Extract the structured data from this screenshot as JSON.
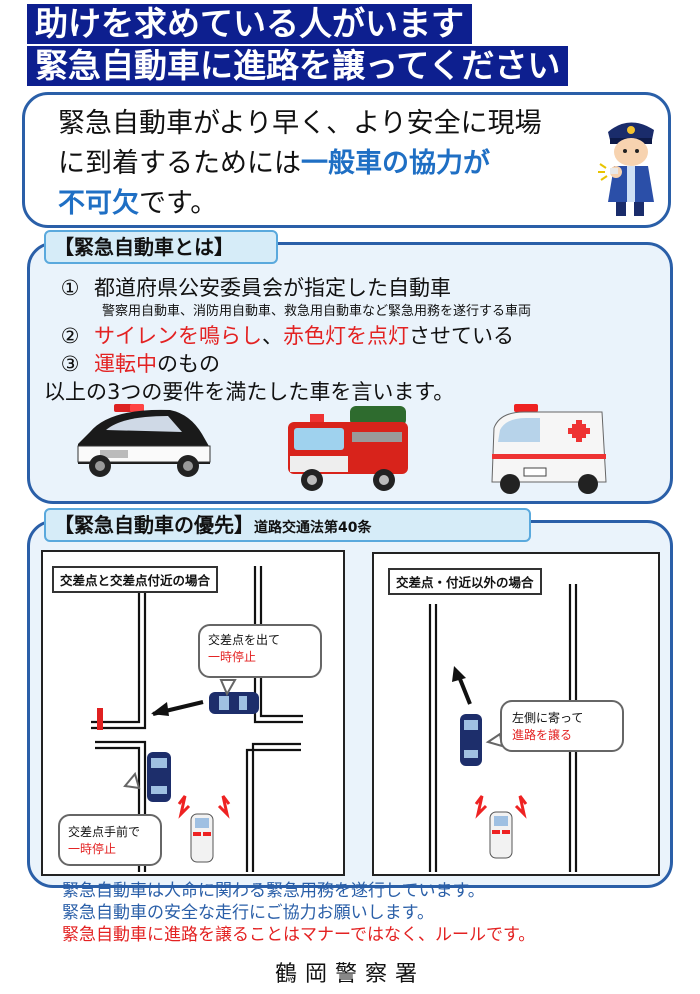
{
  "header": {
    "line1": "助けを求めている人がいます",
    "line2": "緊急自動車に進路を譲ってください"
  },
  "intro": {
    "line1": "緊急自動車がより早く、より安全に現場",
    "line2_pre": "に到着するためには",
    "line2_em": "一般車の協力が",
    "line3_em": "不可欠",
    "line3_post": "です。"
  },
  "definition": {
    "title": "【緊急自動車とは】",
    "item1_num": "①",
    "item1_text": "都道府県公安委員会が指定した自動車",
    "item1_note": "警察用自動車、消防用自動車、救急用自動車など緊急用務を遂行する車両",
    "item2_num": "②",
    "item2_a": "サイレンを鳴らし",
    "item2_b": "、",
    "item2_c": "赤色灯を点灯",
    "item2_d": "させている",
    "item3_num": "③",
    "item3_a": "運転中",
    "item3_b": "のもの",
    "summary": "以上の3つの要件を満たした車を言います。",
    "vehicles": [
      "patrol-car",
      "fire-engine",
      "ambulance"
    ]
  },
  "priority": {
    "title": "【緊急自動車の優先】",
    "law": "道路交通法第40条",
    "left": {
      "label": "交差点と交差点付近の場合",
      "bubble_top_l1": "交差点を出て",
      "bubble_top_l2": "一時停止",
      "bubble_bottom_l1": "交差点手前で",
      "bubble_bottom_l2": "一時停止"
    },
    "right": {
      "label": "交差点・付近以外の場合",
      "bubble_l1": "左側に寄って",
      "bubble_l2": "進路を譲る"
    }
  },
  "footer": {
    "line1": "緊急自動車は人命に関わる緊急用務を遂行しています。",
    "line2": "緊急自動車の安全な走行にご協力お願いします。",
    "line3": "緊急自動車に進路を譲ることはマナーではなく、ルールです。",
    "station": "鶴岡警察署"
  },
  "colors": {
    "banner": "#0d1f8f",
    "emphasis_blue": "#1f6fc4",
    "emphasis_red": "#e32222",
    "panel_border": "#2a5fa8"
  }
}
